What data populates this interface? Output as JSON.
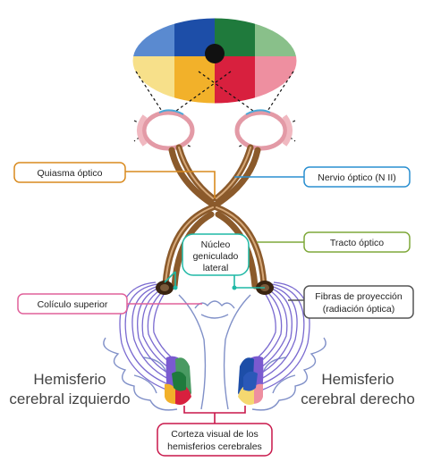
{
  "labels": {
    "quiasma": "Quiasma óptico",
    "nervio": "Nervio óptico (N II)",
    "tracto": "Tracto óptico",
    "nucleo_1": "Núcleo",
    "nucleo_2": "geniculado",
    "nucleo_3": "lateral",
    "coliculo": "Colículo superior",
    "fibras_1": "Fibras de proyección",
    "fibras_2": "(radiación óptica)",
    "hemi_izq_1": "Hemisferio",
    "hemi_izq_2": "cerebral izquierdo",
    "hemi_der_1": "Hemisferio",
    "hemi_der_2": "cerebral derecho",
    "corteza_1": "Corteza visual de los",
    "corteza_2": "hemisferios cerebrales"
  },
  "colors": {
    "quiasma": "#d98a1e",
    "nervio": "#2a8fd0",
    "tracto": "#7fa83a",
    "nucleo": "#1fb8a5",
    "coliculo": "#e0609a",
    "fibras": "#555555",
    "corteza": "#c8174a",
    "nerve": "#8b5a2b",
    "radiation": "#7a6ad0",
    "field_blue": "#4a7cc4",
    "field_green": "#4a9a62",
    "field_yellow": "#f5d870",
    "field_pink": "#e8657a"
  }
}
